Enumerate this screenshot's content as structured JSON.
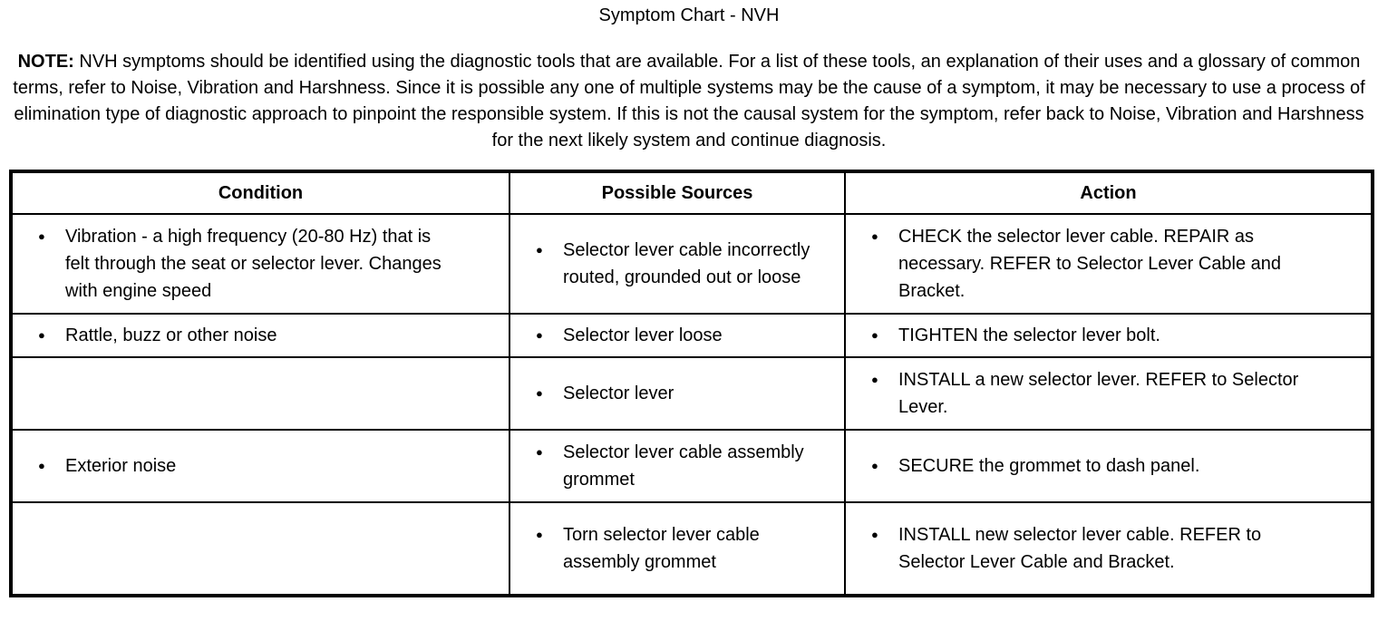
{
  "page": {
    "title": "Symptom Chart - NVH",
    "note": {
      "label": "NOTE:",
      "text": "NVH symptoms should be identified using the diagnostic tools that are available. For a list of these tools, an explanation of their uses and a glossary of common terms, refer to Noise, Vibration and Harshness. Since it is possible any one of multiple systems may be the cause of a symptom, it may be necessary to use a process of elimination type of diagnostic approach to pinpoint the responsible system. If this is not the causal system for the symptom, refer back to Noise, Vibration and Harshness for the next likely system and continue diagnosis."
    }
  },
  "icons": {
    "bullet": "●"
  },
  "table": {
    "headers": [
      "Condition",
      "Possible Sources",
      "Action"
    ],
    "rows": [
      {
        "condition": "Vibration - a high frequency (20-80 Hz) that is felt through the seat or selector lever. Changes with engine speed",
        "possible_sources": "Selector lever cable incorrectly routed, grounded out or loose",
        "action": "CHECK the selector lever cable. REPAIR as necessary. REFER to Selector Lever Cable and Bracket."
      },
      {
        "condition": "Rattle, buzz or other noise",
        "possible_sources": "Selector lever loose",
        "action": "TIGHTEN the selector lever bolt."
      },
      {
        "condition": "",
        "possible_sources": "Selector lever",
        "action": "INSTALL a new selector lever. REFER to Selector Lever."
      },
      {
        "condition": "Exterior noise",
        "possible_sources": "Selector lever cable assembly grommet",
        "action": "SECURE the grommet to dash panel."
      },
      {
        "condition": "",
        "possible_sources": "Torn selector lever cable assembly grommet",
        "action": "INSTALL new selector lever cable. REFER to Selector Lever Cable and Bracket."
      }
    ]
  }
}
